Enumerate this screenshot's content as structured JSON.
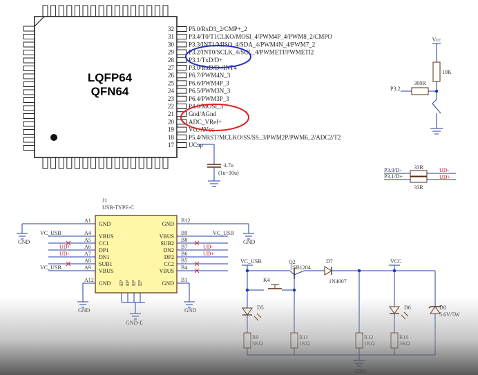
{
  "mcu": {
    "package_line1": "LQFP64",
    "package_line2": "QFN64",
    "pins": [
      {
        "num": "32",
        "label": "P5.0/RxD3_2/CMP+_2"
      },
      {
        "num": "31",
        "label": "P3.4/T0/T1CLKO/MOSI_4/PWM4P_4/PWM8_2/CMPO"
      },
      {
        "num": "30",
        "label": "P3.3/INT1/MISO_4/SDA_4/PWM4N_4/PWM7_2"
      },
      {
        "num": "29",
        "label": "P3.2/INT0/SCLK_4/SCL_4/PWMETI/PWMETI2"
      },
      {
        "num": "28",
        "label": "P3.1/TxD/D+"
      },
      {
        "num": "27",
        "label": "P3.0/RxD/D-/INT4"
      },
      {
        "num": "26",
        "label": "P6.7/PWM4N_3"
      },
      {
        "num": "25",
        "label": "P6.6/PWM4P_3"
      },
      {
        "num": "24",
        "label": "P6.5/PWM3N_3"
      },
      {
        "num": "23",
        "label": "P6.4/PWM3P_3"
      },
      {
        "num": "22",
        "label": "P4.0/MOSI_3"
      },
      {
        "num": "21",
        "label": "Gnd/AGnd"
      },
      {
        "num": "20",
        "label": "ADC_VRef+"
      },
      {
        "num": "19",
        "label": "Vcc/AVcc"
      },
      {
        "num": "18",
        "label": "P5.4/NRST/MCLKO/SS/SS_3/PWM2P/PWM6_2/ADC2/T2"
      },
      {
        "num": "17",
        "label": "UCap"
      }
    ],
    "cap_value": "4.7u",
    "cap_range": "(1u~10u)"
  },
  "reset": {
    "vcc": "Vcc",
    "r_pullup": "10K",
    "r_series": "300R",
    "net": "P3.2"
  },
  "usb_r": {
    "net1": "P3.0/D-",
    "net2": "P3.1/D+",
    "r_value": "33R",
    "out1": "UD-",
    "out2": "UD+"
  },
  "connector": {
    "ref": "J1",
    "part": "USB-TYPE-C",
    "left_pins": [
      {
        "num": "A1",
        "name": "GND",
        "net": ""
      },
      {
        "num": "A4",
        "name": "VBUS",
        "net": "VC_USB"
      },
      {
        "num": "A5",
        "name": "CC1",
        "net": ""
      },
      {
        "num": "A6",
        "name": "DP1",
        "net": "UD+"
      },
      {
        "num": "A7",
        "name": "DN1",
        "net": "UD-"
      },
      {
        "num": "A8",
        "name": "SUB1",
        "net": ""
      },
      {
        "num": "A9",
        "name": "VBUS",
        "net": "VC_USB"
      },
      {
        "num": "A12",
        "name": "GND",
        "net": ""
      }
    ],
    "right_pins": [
      {
        "num": "B12",
        "name": "GND",
        "net": ""
      },
      {
        "num": "B9",
        "name": "VBUS",
        "net": "VC_USB"
      },
      {
        "num": "B8",
        "name": "SUB2",
        "net": ""
      },
      {
        "num": "B7",
        "name": "DN2",
        "net": "UD-"
      },
      {
        "num": "B6",
        "name": "DP2",
        "net": "UD+"
      },
      {
        "num": "B5",
        "name": "CC2",
        "net": ""
      },
      {
        "num": "B4",
        "name": "VBUS",
        "net": ""
      },
      {
        "num": "B1",
        "name": "GND",
        "net": ""
      }
    ],
    "ep_label": "EP",
    "gnd_e": "GND-E"
  },
  "power": {
    "vc_usb": "VC_USB",
    "vcc": "VCC",
    "q_ref": "Q2",
    "q_part": "2SB1204",
    "d7_ref": "D7",
    "d7_part": "1N4007",
    "k_ref": "K4",
    "d5_ref": "D5",
    "d6_ref": "D6",
    "d8_ref": "D8",
    "d8_part": "5.6V/5W",
    "resistors": [
      {
        "ref": "R9",
        "value": "3KΩ"
      },
      {
        "ref": "R11",
        "value": "1KΩ"
      },
      {
        "ref": "R12",
        "value": "1KΩ"
      },
      {
        "ref": "R10",
        "value": "3KΩ"
      }
    ],
    "gnd": "GND"
  },
  "gnd_label": "GND",
  "colors": {
    "wire": "#1f3ea0",
    "part": "#5a2a10",
    "chip_fill": "#fff6a8",
    "highlight_red": "#e02020",
    "highlight_blue": "#2430c8",
    "no_connect": "#d03030"
  }
}
